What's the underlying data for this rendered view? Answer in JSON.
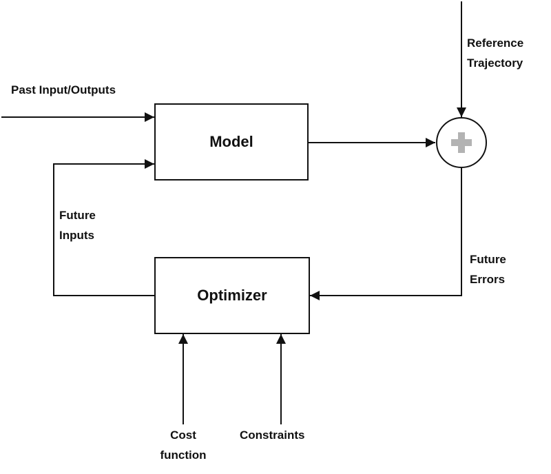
{
  "blocks": {
    "model": "Model",
    "optimizer": "Optimizer"
  },
  "labels": {
    "past_input_outputs": "Past Input/Outputs",
    "reference_line1": "Reference",
    "reference_line2": "Trajectory",
    "future_inputs_line1": "Future",
    "future_inputs_line2": "Inputs",
    "future_errors_line1": "Future",
    "future_errors_line2": "Errors",
    "cost_line1": "Cost",
    "cost_line2": "function",
    "constraints": "Constraints"
  },
  "summing_junction": {
    "symbol": "plus-icon"
  }
}
